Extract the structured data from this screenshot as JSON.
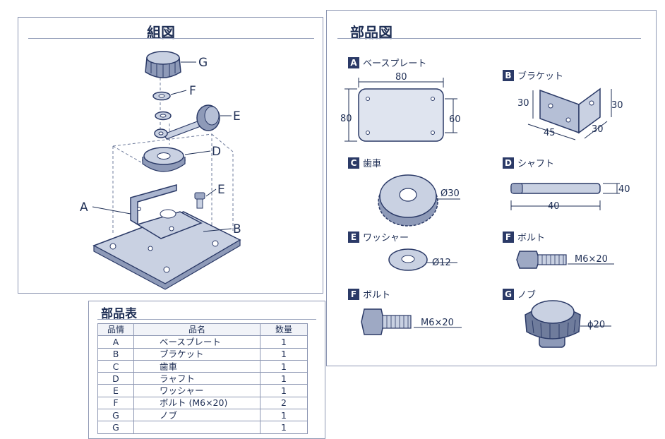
{
  "assembly": {
    "title": "組図",
    "labels": {
      "g": "G",
      "f": "F",
      "e_top": "E",
      "d": "D",
      "e_side": "E",
      "a": "A",
      "b": "B"
    }
  },
  "parts": {
    "title": "部品図",
    "a": {
      "letter": "A",
      "name": "ベースプレート",
      "dim_top": "80",
      "dim_left": "80",
      "dim_right": "60"
    },
    "b": {
      "letter": "B",
      "name": "ブラケット",
      "dim_left": "30",
      "dim_right": "30",
      "dim_bottom_left": "45",
      "dim_bottom_right": "30"
    },
    "c": {
      "letter": "C",
      "name": "歯車",
      "dim": "Ø30"
    },
    "d": {
      "letter": "D",
      "name": "シャフト",
      "dim_right": "40",
      "dim_bottom": "40"
    },
    "e": {
      "letter": "E",
      "name": "ワッシャー",
      "dim": "Ø12"
    },
    "f1": {
      "letter": "F",
      "name": "ボルト",
      "dim": "M6×20"
    },
    "f2": {
      "letter": "F",
      "name": "ボルト",
      "dim": "M6×20"
    },
    "g": {
      "letter": "G",
      "name": "ノブ",
      "dim": "ϕ20"
    }
  },
  "bom": {
    "title": "部品表",
    "headers": [
      "品情",
      "品名",
      "数量"
    ],
    "rows": [
      {
        "id": "A",
        "name": "ベースプレート",
        "qty": "1"
      },
      {
        "id": "B",
        "name": "ブラケット",
        "qty": "1"
      },
      {
        "id": "C",
        "name": "歯車",
        "qty": "1"
      },
      {
        "id": "D",
        "name": "ラャフト",
        "qty": "1"
      },
      {
        "id": "E",
        "name": "ワッシャー",
        "qty": "1"
      },
      {
        "id": "F",
        "name": "ボルト (M6×20)",
        "qty": "2"
      },
      {
        "id": "G",
        "name": "ノブ",
        "qty": "1"
      },
      {
        "id": "G",
        "name": "",
        "qty": "1"
      }
    ]
  },
  "colors": {
    "ink": "#1f2f55",
    "steel": "#c9d1e2",
    "steel_dark": "#6f7c9c",
    "badge": "#2b3a67"
  }
}
